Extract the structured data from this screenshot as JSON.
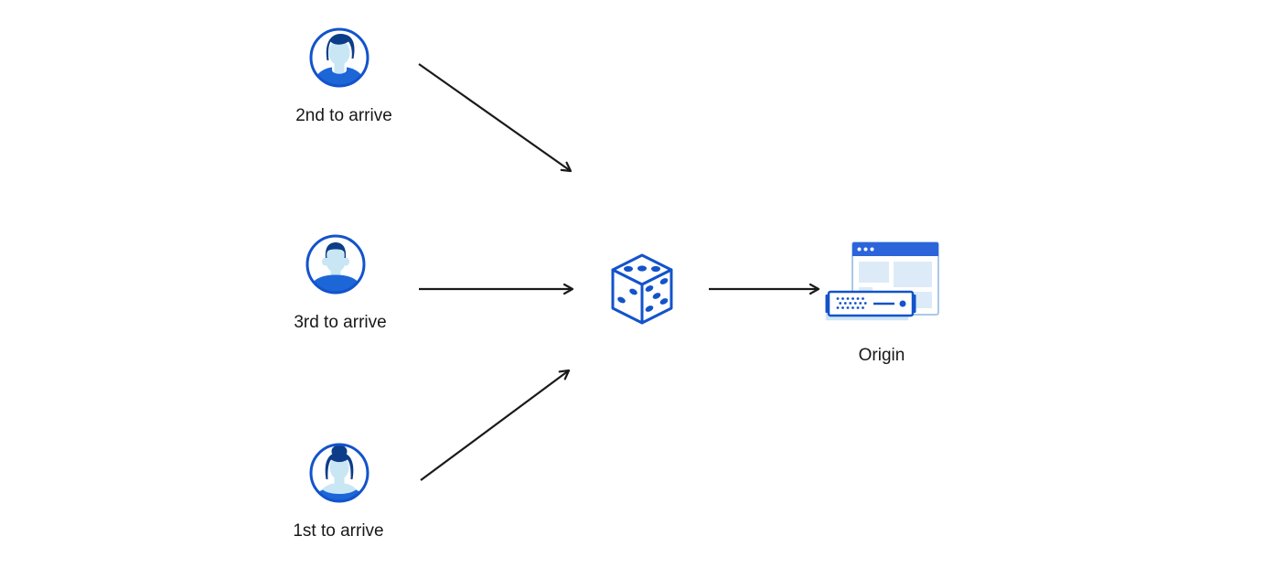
{
  "diagram": {
    "description": "Three visitors arriving in different order are routed through a random (dice) selection to an origin server",
    "nodes": {
      "user_second": {
        "label": "2nd to arrive",
        "icon": "user-male-swept-hair-avatar-icon"
      },
      "user_third": {
        "label": "3rd to arrive",
        "icon": "user-male-flat-top-avatar-icon"
      },
      "user_first": {
        "label": "1st to arrive",
        "icon": "user-female-bun-avatar-icon"
      },
      "dice": {
        "label": "",
        "icon": "dice-icon",
        "faces": {
          "top_pips": 3,
          "left_pips": 2,
          "right_pips": 5
        }
      },
      "origin": {
        "label": "Origin",
        "icon": "origin-browser-server-icon"
      }
    },
    "edges": [
      {
        "from": "user_second",
        "to": "dice"
      },
      {
        "from": "user_third",
        "to": "dice"
      },
      {
        "from": "user_first",
        "to": "dice"
      },
      {
        "from": "dice",
        "to": "origin"
      }
    ],
    "colors": {
      "primary_blue": "#1353cb",
      "shirt_blue": "#1c66d8",
      "hair_navy": "#0d3d88",
      "face_light_blue": "#c9e6f5",
      "titlebar_blue": "#2c64da",
      "block_pale_blue": "#dcebf7",
      "window_border": "#a9c9e9",
      "server_back_blue": "#cfe6f7",
      "arrow_black": "#1a1a1a",
      "background": "#ffffff"
    }
  }
}
